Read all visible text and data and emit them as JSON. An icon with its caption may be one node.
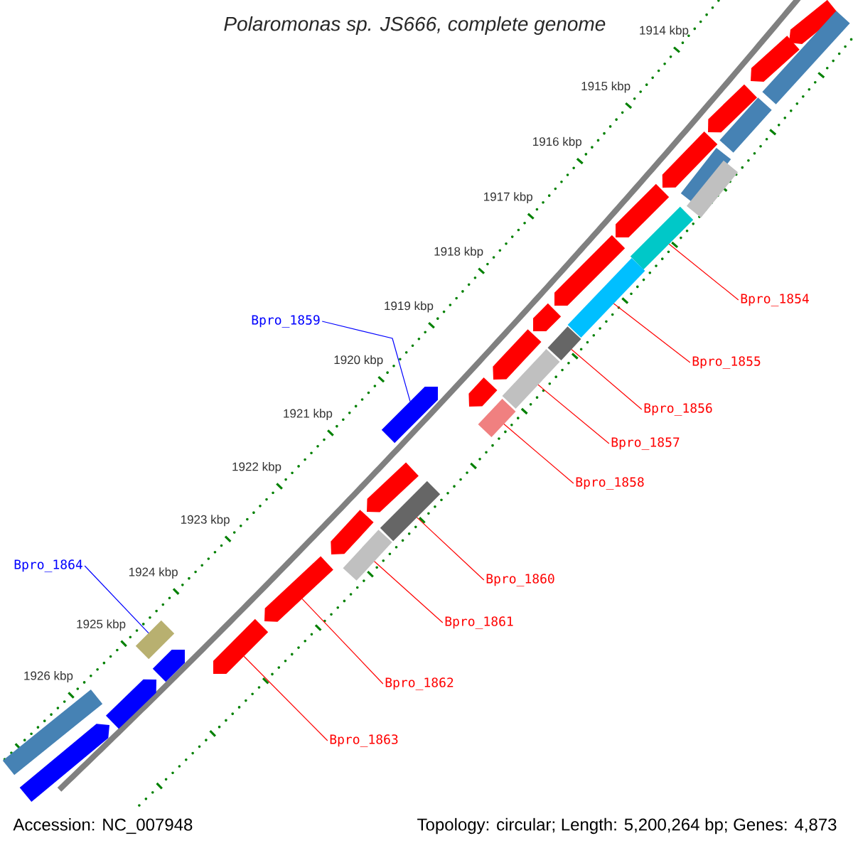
{
  "diagram": {
    "title": "Polaromonas sp. JS666, complete genome",
    "nodes": [
      {
        "text": [
          "Bpro_1854"
        ]
      },
      {
        "text": [
          "Bpro_1859"
        ]
      },
      {
        "text": [
          "Bpro_1855"
        ]
      },
      {
        "text": [
          "Bpro_1856"
        ]
      },
      {
        "text": [
          "Bpro_1857"
        ]
      },
      {
        "text": [
          "Bpro_1858"
        ]
      },
      {
        "text": [
          "Bpro_1864"
        ]
      },
      {
        "text": [
          "Bpro_1860"
        ]
      },
      {
        "text": [
          "Bpro_1861"
        ]
      },
      {
        "text": [
          "Bpro_1862"
        ]
      },
      {
        "text": [
          "Bpro_1863"
        ]
      },
      {
        "text": [],
        "shape": "arrow"
      },
      {
        "text": [],
        "shape": "box"
      },
      {
        "text": [],
        "shape": "arrow"
      },
      {
        "text": [],
        "shape": "arrow"
      },
      {
        "text": [],
        "shape": "box"
      },
      {
        "text": [],
        "shape": "arrow"
      },
      {
        "text": [],
        "shape": "box"
      },
      {
        "text": [],
        "shape": "box"
      },
      {
        "text": [],
        "shape": "arrow"
      },
      {
        "text": [],
        "shape": "box"
      },
      {
        "text": [],
        "shape": "arrow"
      },
      {
        "text": [],
        "shape": "box"
      },
      {
        "text": [],
        "shape": "arrow"
      },
      {
        "text": [],
        "shape": "box"
      },
      {
        "text": [],
        "shape": "arrow"
      },
      {
        "text": [],
        "shape": "box"
      },
      {
        "text": [],
        "shape": "arrow"
      },
      {
        "text": [],
        "shape": "arrow"
      },
      {
        "text": [],
        "shape": "box"
      },
      {
        "text": [],
        "shape": "arrow"
      },
      {
        "text": [],
        "shape": "box"
      },
      {
        "text": [],
        "shape": "arrow"
      },
      {
        "text": [],
        "shape": "box"
      },
      {
        "text": [],
        "shape": "arrow"
      },
      {
        "text": [],
        "shape": "box"
      },
      {
        "text": [],
        "shape": "arrow"
      },
      {
        "text": [],
        "shape": "arrow"
      },
      {
        "text": [],
        "shape": "arrow"
      },
      {
        "text": [],
        "shape": "box"
      },
      {
        "text": [],
        "shape": "arrow"
      }
    ],
    "edges": [
      {
        "from": 0,
        "to": 20,
        "arrow": "none"
      },
      {
        "from": 1,
        "to": 28,
        "arrow": "none",
        "color": "#0000ff"
      },
      {
        "from": 2,
        "to": 22,
        "arrow": "none"
      },
      {
        "from": 3,
        "to": 24,
        "arrow": "none"
      },
      {
        "from": 4,
        "to": 26,
        "arrow": "none"
      },
      {
        "from": 5,
        "to": 29,
        "arrow": "none"
      },
      {
        "from": 6,
        "to": 35,
        "arrow": "none",
        "color": "#0000ff"
      },
      {
        "from": 7,
        "to": 31,
        "arrow": "none"
      },
      {
        "from": 8,
        "to": 33,
        "arrow": "none"
      },
      {
        "from": 9,
        "to": 34,
        "arrow": "none"
      },
      {
        "from": 10,
        "to": 36,
        "arrow": "none"
      }
    ],
    "labels": [
      "1914 kbp",
      "1915 kbp",
      "1916 kbp",
      "1917 kbp",
      "1918 kbp",
      "1919 kbp",
      "1920 kbp",
      "1921 kbp",
      "1922 kbp",
      "1923 kbp",
      "1924 kbp",
      "1925 kbp",
      "1926 kbp",
      "Accession: NC_007948",
      "Topology: circular; Length: 5,200,264 bp; Genes: 4,873"
    ]
  }
}
